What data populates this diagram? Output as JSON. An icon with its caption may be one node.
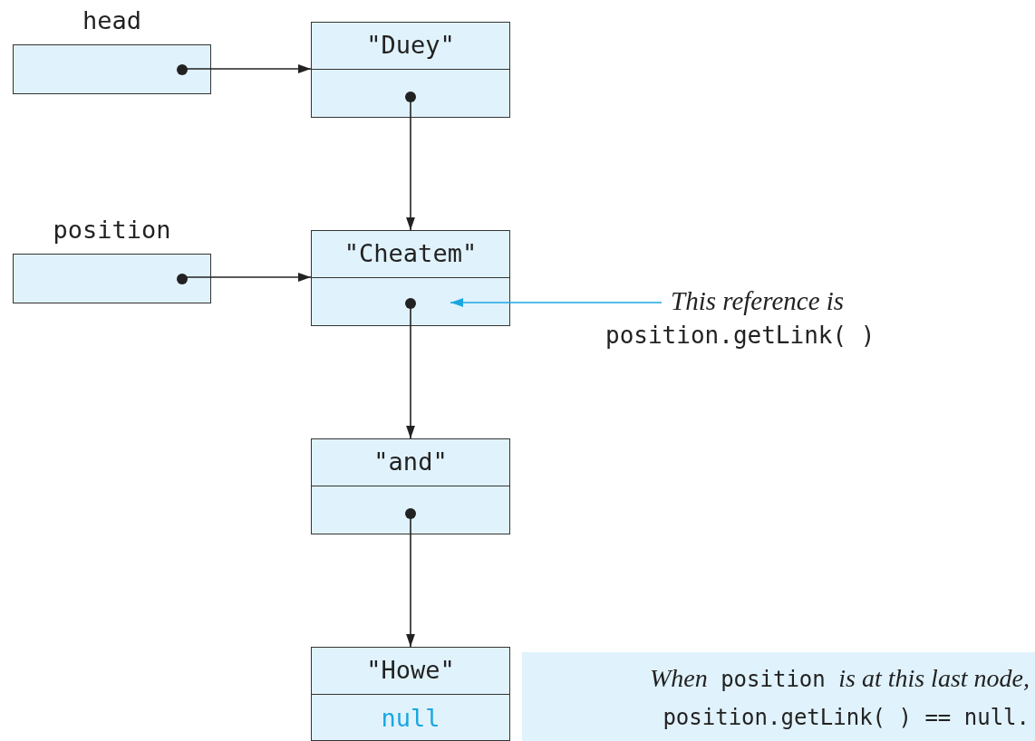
{
  "diagram": {
    "nodes": [
      {
        "text": [
          "head"
        ]
      },
      {
        "text": [
          "\"Duey\""
        ]
      },
      {
        "text": [
          "position"
        ]
      },
      {
        "text": [
          "\"Cheatem\""
        ]
      },
      {
        "text": [],
        "shape": "box",
        "in": 3
      },
      {
        "text": [
          "This reference is",
          "position.getLink( )"
        ]
      },
      {
        "text": [
          "\"and\""
        ]
      },
      {
        "text": [
          "\"Howe\"",
          "null"
        ]
      },
      {
        "text": [
          "*When* position *is at this last node,*",
          "position.getLink( ) == null."
        ]
      }
    ],
    "edges": [
      {
        "from": 0,
        "to": 1,
        "arrow": "to"
      },
      {
        "from": 1,
        "to": 3,
        "arrow": "to"
      },
      {
        "from": 2,
        "to": 3,
        "arrow": "to"
      },
      {
        "from": 5,
        "to": 4,
        "arrow": "to",
        "color": "#1aa7e0"
      },
      {
        "from": 4,
        "to": 6,
        "arrow": "to"
      },
      {
        "from": 6,
        "to": 7,
        "arrow": "to"
      }
    ]
  }
}
